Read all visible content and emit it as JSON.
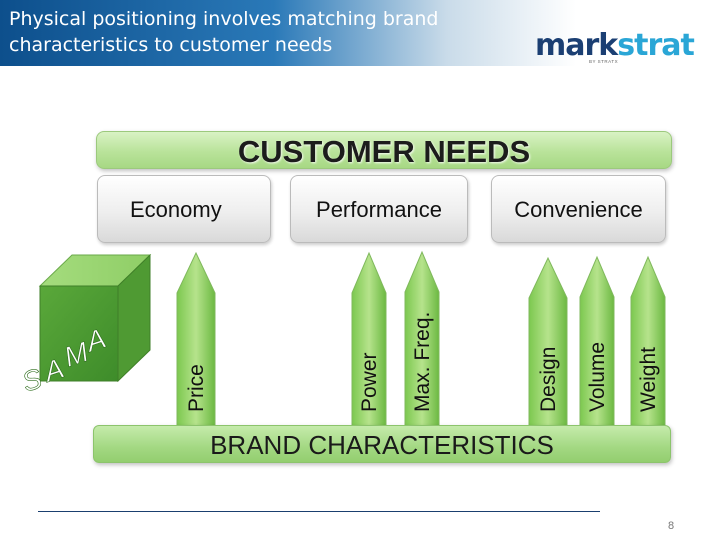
{
  "header": {
    "title": "Physical positioning involves matching brand characteristics to customer needs",
    "logo_text": [
      "mark",
      "strat"
    ],
    "logo_subtext": "BY STRATX",
    "colors": {
      "bar_start": "#0d4f8c",
      "logo_dark": "#1b3f73",
      "logo_light": "#2aa6d6"
    }
  },
  "customer_needs": {
    "title": "CUSTOMER NEEDS",
    "segments": [
      "Economy",
      "Performance",
      "Convenience"
    ]
  },
  "product": {
    "label": "SAMA",
    "cube_color": "#6fbf4a"
  },
  "characteristics": [
    "Price",
    "Power",
    "Max. Freq.",
    "Design",
    "Volume",
    "Weight"
  ],
  "brand_characteristics": {
    "title": "BRAND CHARACTERISTICS",
    "color": "#a3d882"
  },
  "footer": {
    "page_number": "8"
  }
}
